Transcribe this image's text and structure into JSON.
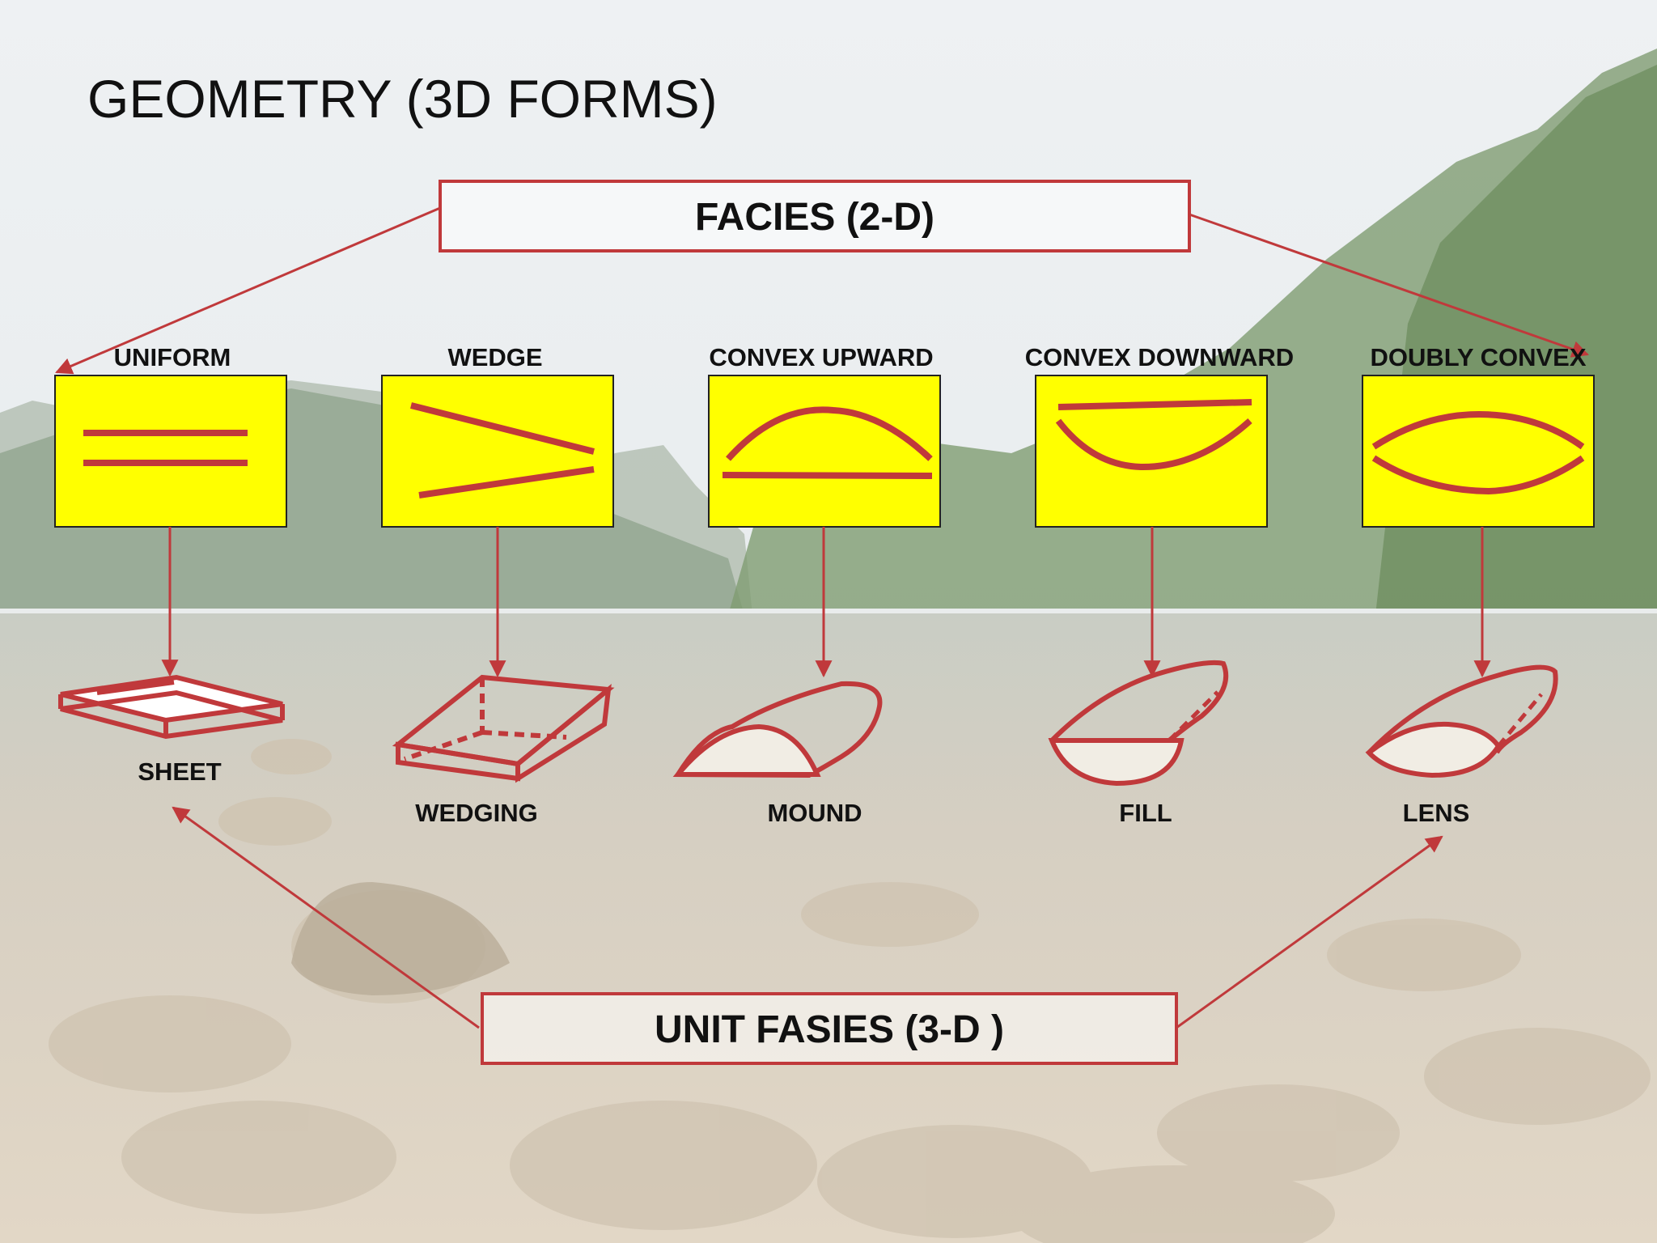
{
  "slide": {
    "title": "GEOMETRY (3D FORMS)",
    "top_box": "FACIES (2-D)",
    "bottom_box": "UNIT FASIES (3-D )"
  },
  "facies_2d": [
    {
      "label": "UNIFORM",
      "icon": "parallel-lines-icon"
    },
    {
      "label": "WEDGE",
      "icon": "wedge-lines-icon"
    },
    {
      "label": "CONVEX UPWARD",
      "icon": "convex-upward-icon"
    },
    {
      "label": "CONVEX DOWNWARD",
      "icon": "convex-downward-icon"
    },
    {
      "label": "DOUBLY CONVEX",
      "icon": "doubly-convex-icon"
    }
  ],
  "units_3d": [
    {
      "label": "SHEET",
      "icon": "sheet-3d-icon"
    },
    {
      "label": "WEDGING",
      "icon": "wedging-3d-icon"
    },
    {
      "label": "MOUND",
      "icon": "mound-3d-icon"
    },
    {
      "label": "FILL",
      "icon": "fill-3d-icon"
    },
    {
      "label": "LENS",
      "icon": "lens-3d-icon"
    }
  ],
  "colors": {
    "accent": "#c0393b",
    "box_fill": "#ffff00",
    "shape_fill": "#f1ede4",
    "text": "#111111"
  }
}
